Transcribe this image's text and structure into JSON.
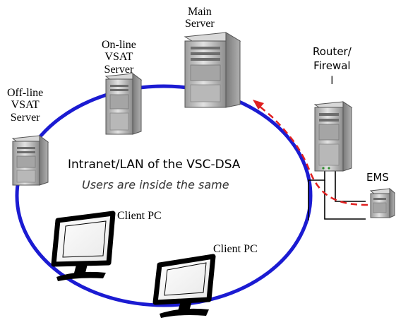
{
  "labels": {
    "main_server": "Main\nServer",
    "online_server": "On-line\nVSAT\nServer",
    "offline_server": "Off-line\nVSAT\nServer",
    "router": "Router/\nFirewal\nl",
    "ems": "EMS",
    "client_pc_1": "Client PC",
    "client_pc_2": "Client PC",
    "network_title": "Intranet/LAN of the VSC-DSA",
    "network_subtitle": "Users are inside the same"
  },
  "colors": {
    "lan_ring": "#1b1bd2",
    "access_path": "#e02020",
    "server_body": "#c8c8c8",
    "monitor_frame": "#000000"
  },
  "icons": [
    "server-icon",
    "router-icon",
    "ems-icon",
    "monitor-icon"
  ]
}
